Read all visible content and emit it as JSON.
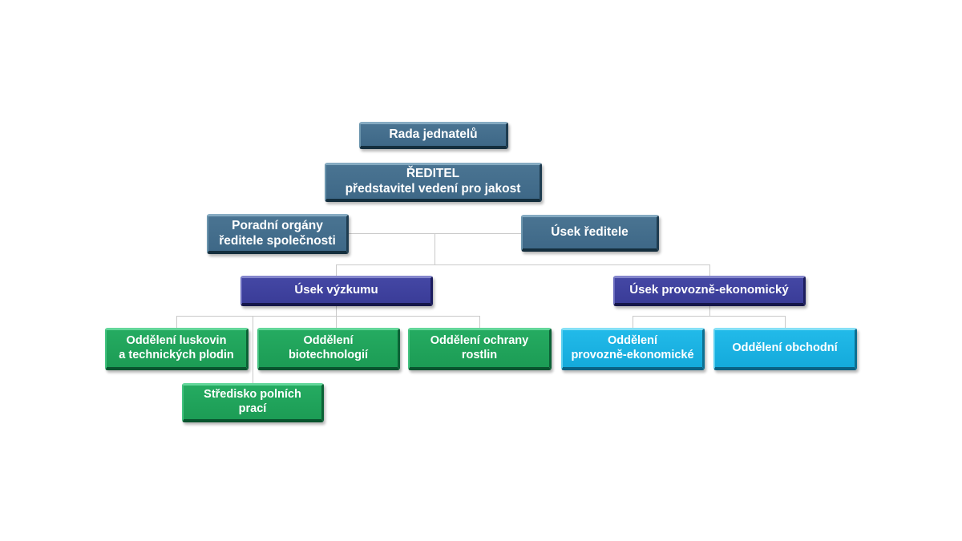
{
  "diagram_type": "organizational-chart",
  "language": "cs",
  "colors": {
    "top_level": "#44718f",
    "division_level": "#4043a0",
    "research_departments": "#1fa65c",
    "economic_departments": "#1ab7e8",
    "connector": "#c9c9c9",
    "text": "#ffffff",
    "background": "#ffffff"
  },
  "nodes": {
    "rada": {
      "lines": [
        "Rada jednatelů"
      ]
    },
    "reditel": {
      "lines": [
        "ŘEDITEL",
        "představitel vedení pro jakost"
      ]
    },
    "poradni": {
      "lines": [
        "Poradní orgány",
        "ředitele společnosti"
      ]
    },
    "usek_reditele": {
      "lines": [
        "Úsek ředitele"
      ]
    },
    "usek_vyzkumu": {
      "lines": [
        "Úsek výzkumu"
      ]
    },
    "usek_prov": {
      "lines": [
        "Úsek provozně-ekonomický"
      ]
    },
    "odd_luskovin": {
      "lines": [
        "Oddělení luskovin",
        "a technických plodin"
      ]
    },
    "odd_biotech": {
      "lines": [
        "Oddělení",
        "biotechnologií"
      ]
    },
    "odd_ochrany": {
      "lines": [
        "Oddělení ochrany",
        "rostlin"
      ]
    },
    "odd_prov": {
      "lines": [
        "Oddělení",
        "provozně-ekonomické"
      ]
    },
    "odd_obchodni": {
      "lines": [
        "Oddělení obchodní"
      ]
    },
    "stredisko": {
      "lines": [
        "Středisko polních",
        "prací"
      ]
    }
  },
  "edges": [
    "poradni — usek_reditele (horizontal link)",
    "link midpoint → usek_vyzkumu",
    "link midpoint → usek_prov",
    "usek_vyzkumu → odd_luskovin",
    "usek_vyzkumu → odd_biotech",
    "usek_vyzkumu → odd_ochrany",
    "usek_vyzkumu → stredisko",
    "usek_prov → odd_prov",
    "usek_prov → odd_obchodni"
  ]
}
